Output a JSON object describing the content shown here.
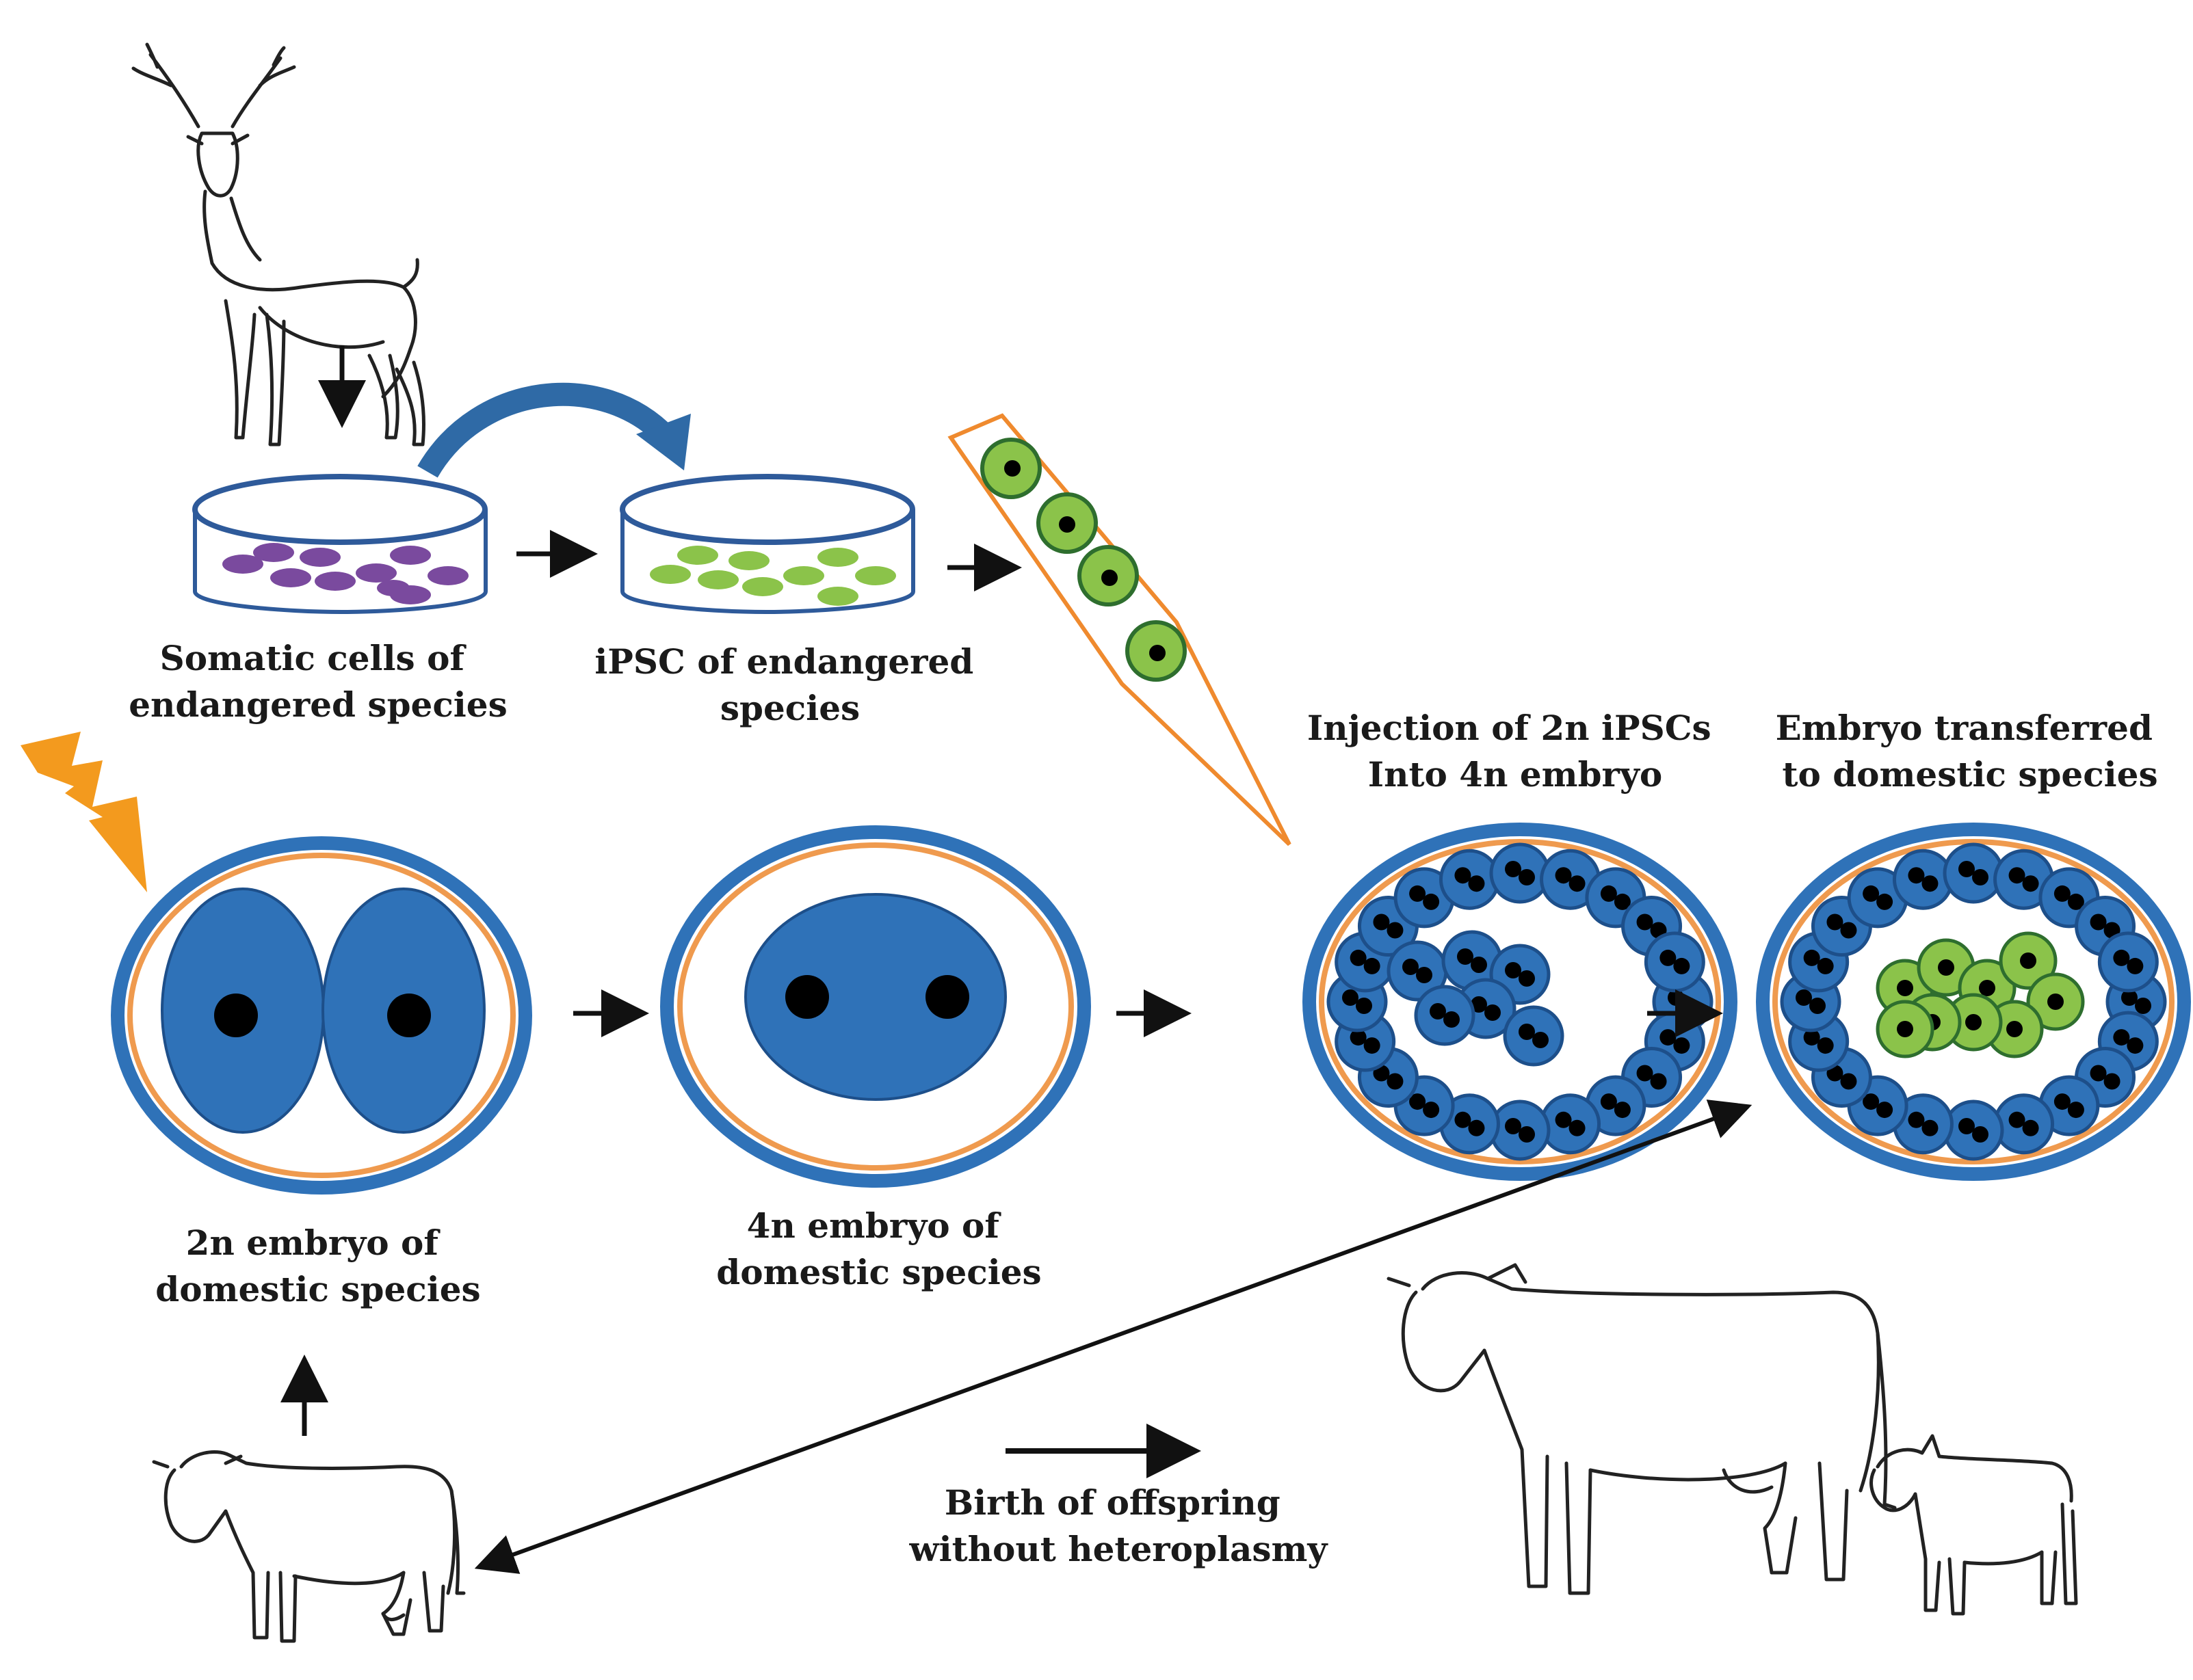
{
  "labels": {
    "somatic": [
      "Somatic cells  of",
      "endangered species"
    ],
    "ipsc": [
      "iPSC of endangered",
      "species"
    ],
    "injection": [
      "Injection of 2n iPSCs",
      "Into 4n embryo"
    ],
    "transferred": [
      "Embryo transferred",
      "to domestic species"
    ],
    "embryo2n": [
      "2n embryo of",
      "domestic species"
    ],
    "embryo4n": [
      "4n embryo of",
      "domestic species"
    ],
    "birth": [
      "Birth of offspring",
      "without heteroplasmy"
    ]
  },
  "colors": {
    "embryo_blue": "#2f72b8",
    "membrane_orange": "#ef9a4e",
    "dish_blue": "#2e5a9a",
    "purple_cell": "#7a4a9e",
    "green_cell": "#8bc34a",
    "arc_arrow": "#2f6aa6",
    "lightning": "#f39a1e",
    "pipette": "#ef8a2e",
    "nucleus": "#000000"
  },
  "icons": [
    "deer-icon",
    "cow-icon",
    "cow-with-calf-icon",
    "lightning-icon",
    "pipette-icon",
    "petri-dish-icon"
  ]
}
